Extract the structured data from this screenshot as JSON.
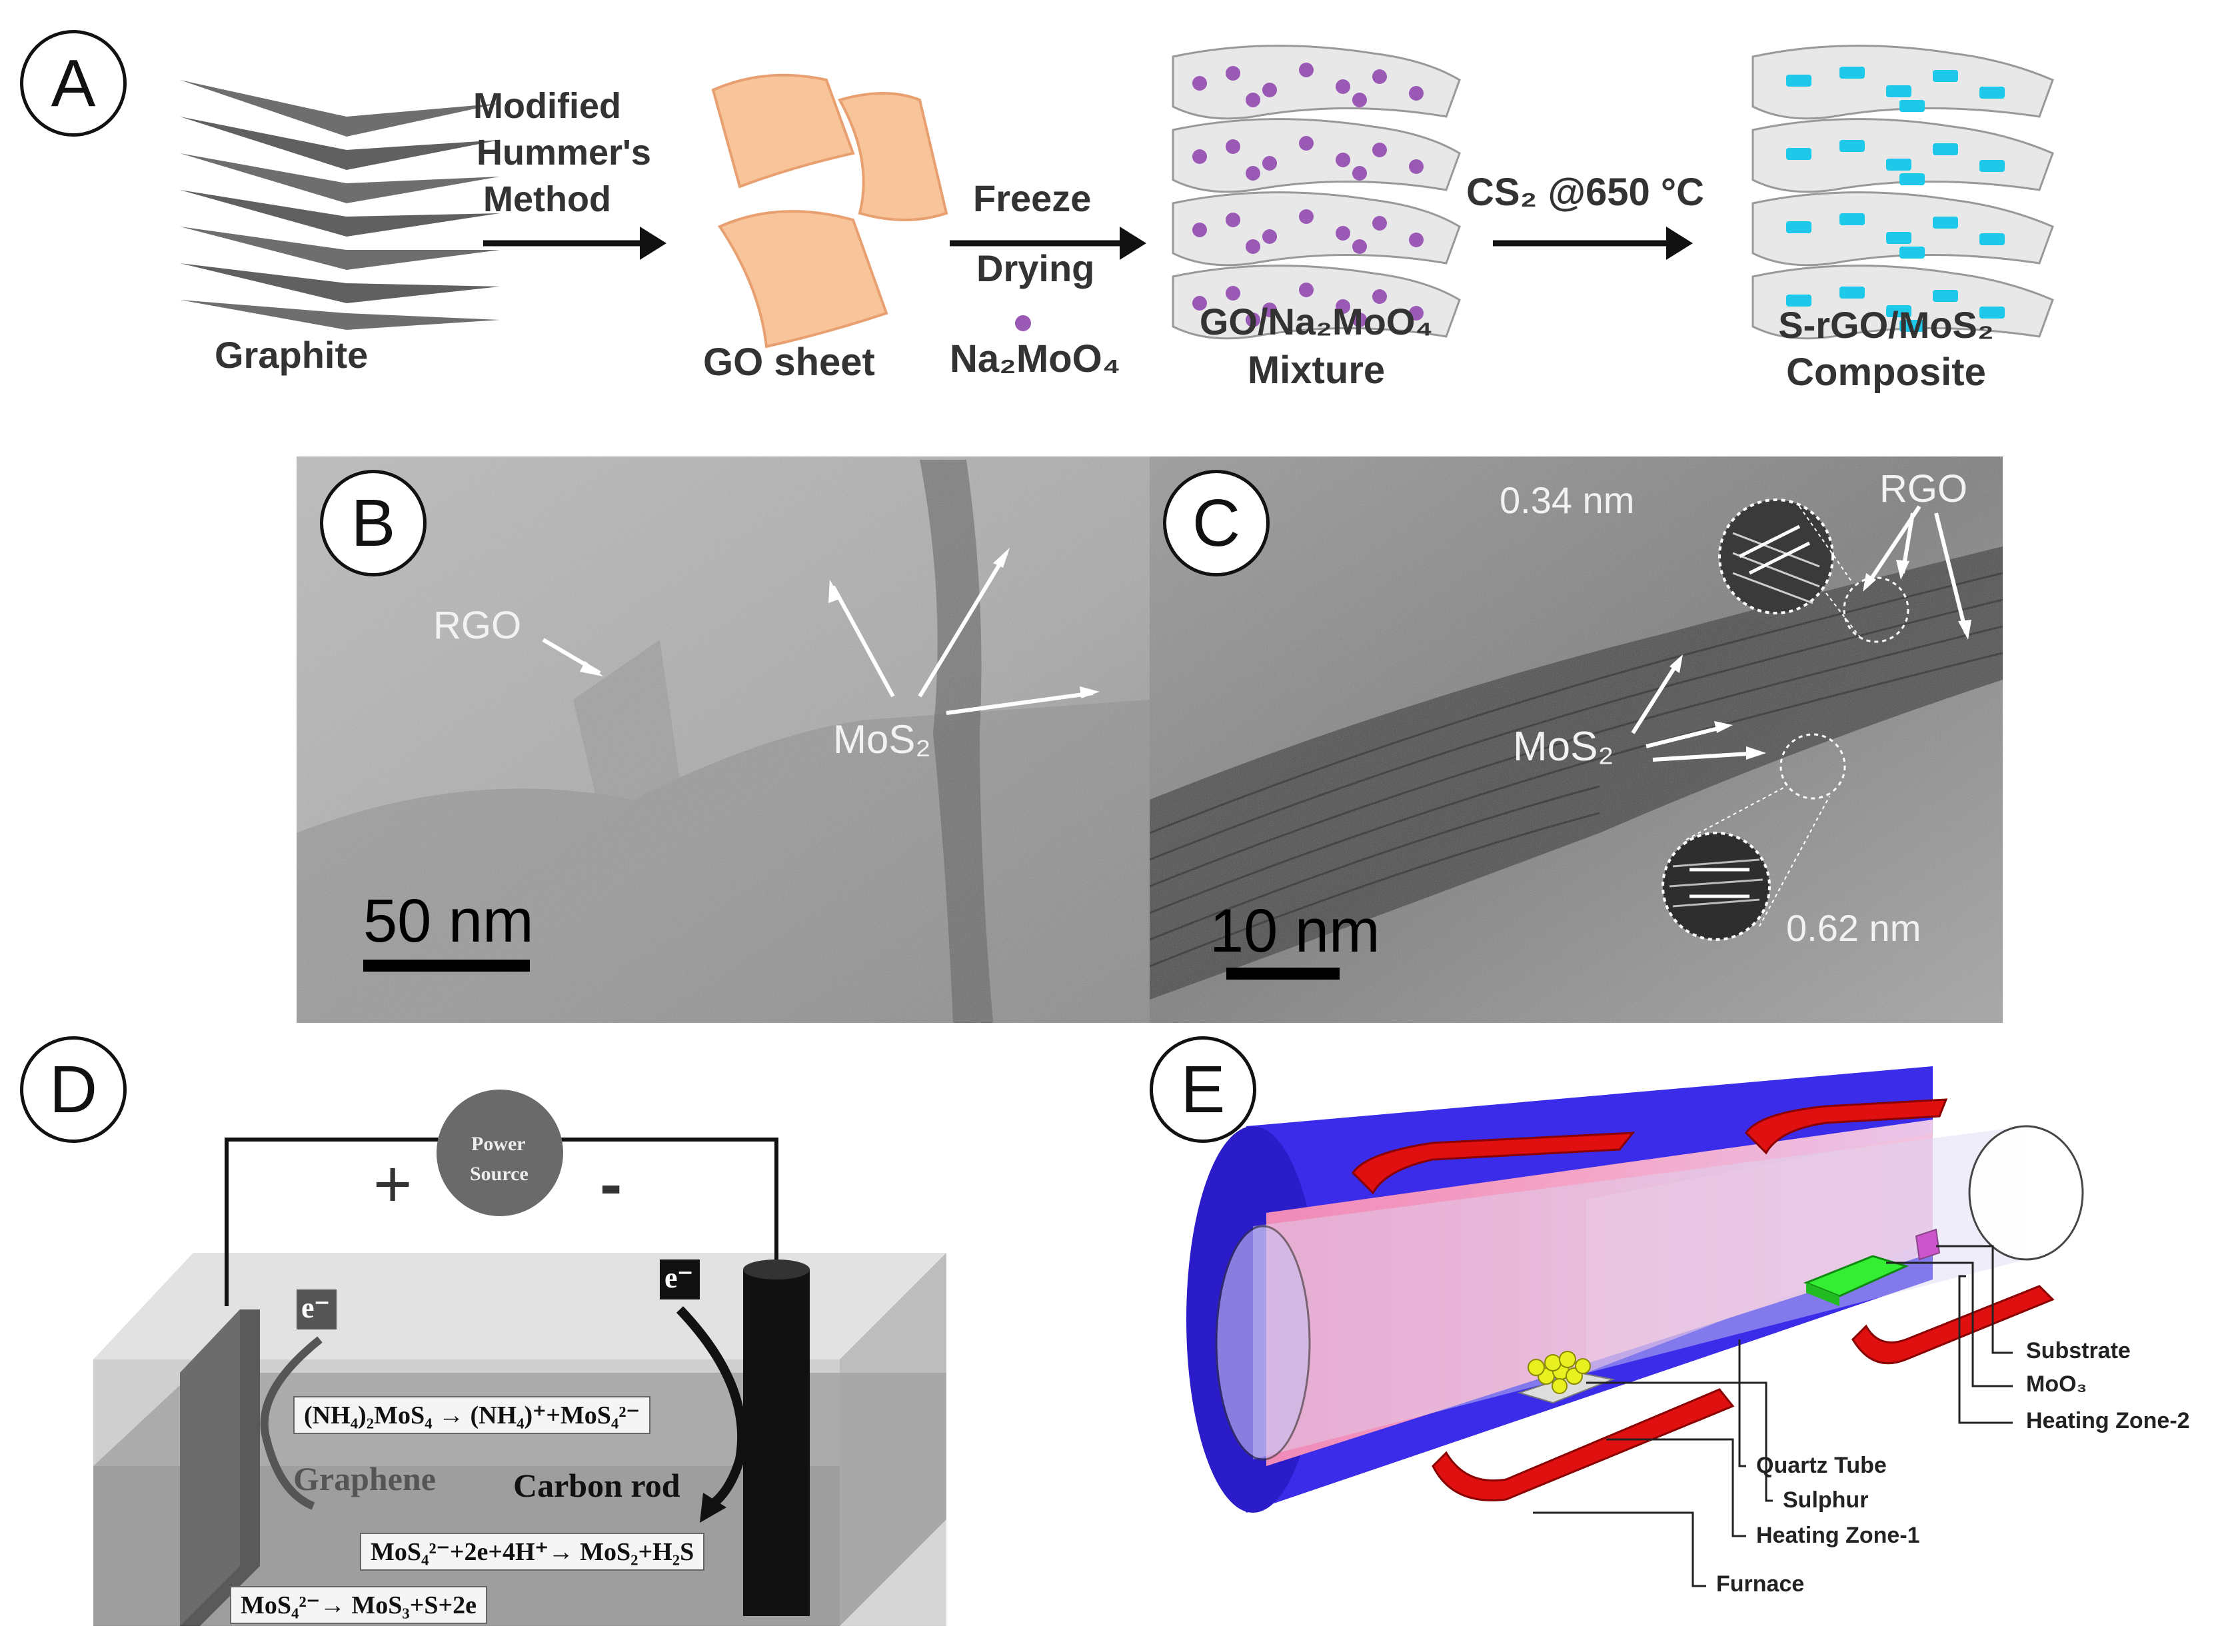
{
  "panels": {
    "a": {
      "letter": "A",
      "steps": {
        "graphite": "Graphite",
        "arrow1_l1": "Modified",
        "arrow1_l2": "Hummer's",
        "arrow1_l3": "Method",
        "go_sheet": "GO sheet",
        "arrow2_l1": "Freeze",
        "arrow2_l2": "Drying",
        "precursor": "Na₂MoO₄",
        "mixture_l1": "GO/Na₂MoO₄",
        "mixture_l2": "Mixture",
        "arrow3": "CS₂ @650 °C",
        "composite_l1": "S-rGO/MoS₂",
        "composite_l2": "Composite"
      }
    },
    "b": {
      "letter": "B",
      "rgo": "RGO",
      "mos2": "MoS₂",
      "scale": "50 nm"
    },
    "c": {
      "letter": "C",
      "spacing1": "0.34 nm",
      "rgo": "RGO",
      "mos2": "MoS₂",
      "spacing2": "0.62 nm",
      "scale": "10 nm"
    },
    "d": {
      "letter": "D",
      "power_l1": "Power",
      "power_l2": "Source",
      "plus": "+",
      "minus": "-",
      "electron": "e⁻",
      "graphene": "Graphene",
      "carbon_rod": "Carbon rod",
      "eq1": "(NH₄)₂MoS₄ → (NH₄)⁺+MoS₄²⁻",
      "eq2": "MoS₄²⁻+2e+4H⁺→ MoS₂+H₂S",
      "eq3": "MoS₄²⁻→ MoS₃+S+2e"
    },
    "e": {
      "letter": "E",
      "legend": [
        "Substrate",
        "MoO₃",
        "Heating Zone-2",
        "Quartz Tube",
        "Sulphur",
        "Heating Zone-1",
        "Furnace"
      ]
    }
  },
  "colors": {
    "furnace": "#3a2ce8",
    "heater": "#e01010",
    "glow": "#f4a6c8",
    "substrate": "#cc55cc",
    "moo3": "#33ee33",
    "sulphur": "#e8f020",
    "go_sheet": "#f8c59a",
    "na2moo4": "#9b59b6",
    "mos2_flake": "#1ec8e8"
  }
}
